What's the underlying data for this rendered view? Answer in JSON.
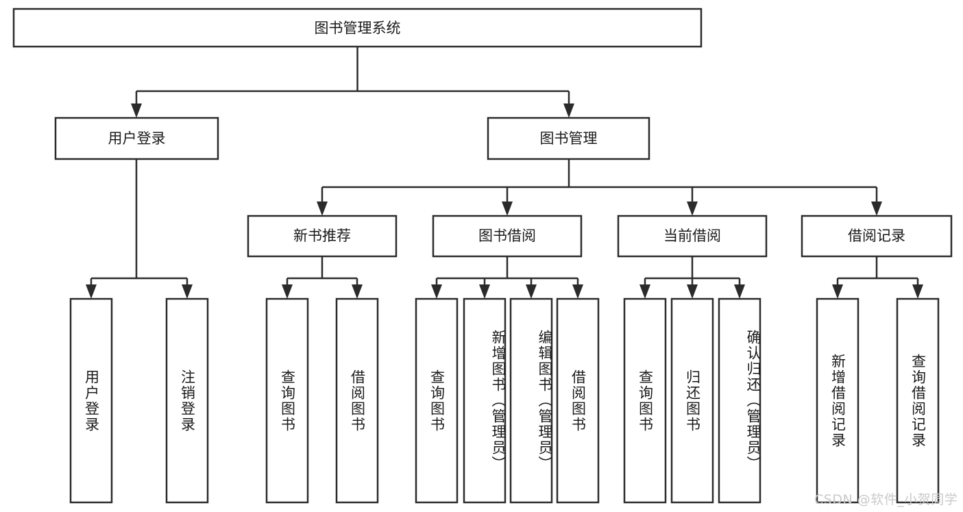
{
  "diagram": {
    "type": "tree-hierarchy",
    "title": "图书管理系统",
    "watermark": "CSDN @软件_小贺同学",
    "colors": {
      "stroke": "#2b2b2b",
      "fill": "#ffffff",
      "text": "#1a1a1a",
      "watermark": "#c9c9c9"
    },
    "levels": {
      "root": {
        "label": "图书管理系统"
      },
      "level2": [
        {
          "label": "用户登录"
        },
        {
          "label": "图书管理"
        }
      ],
      "level3": [
        {
          "label": "新书推荐"
        },
        {
          "label": "图书借阅"
        },
        {
          "label": "当前借阅"
        },
        {
          "label": "借阅记录"
        }
      ],
      "leaves": {
        "user_login": [
          {
            "label": "用户登录"
          },
          {
            "label": "注销登录"
          }
        ],
        "new_book_recommend": [
          {
            "label": "查询图书"
          },
          {
            "label": "借阅图书"
          }
        ],
        "book_borrow": [
          {
            "label": "查询图书"
          },
          {
            "label": "新增图书（管理员）"
          },
          {
            "label": "编辑图书（管理员）"
          },
          {
            "label": "借阅图书"
          }
        ],
        "current_borrow": [
          {
            "label": "查询图书"
          },
          {
            "label": "归还图书"
          },
          {
            "label": "确认归还（管理员）"
          }
        ],
        "borrow_record": [
          {
            "label": "新增借阅记录"
          },
          {
            "label": "查询借阅记录"
          }
        ]
      }
    }
  }
}
